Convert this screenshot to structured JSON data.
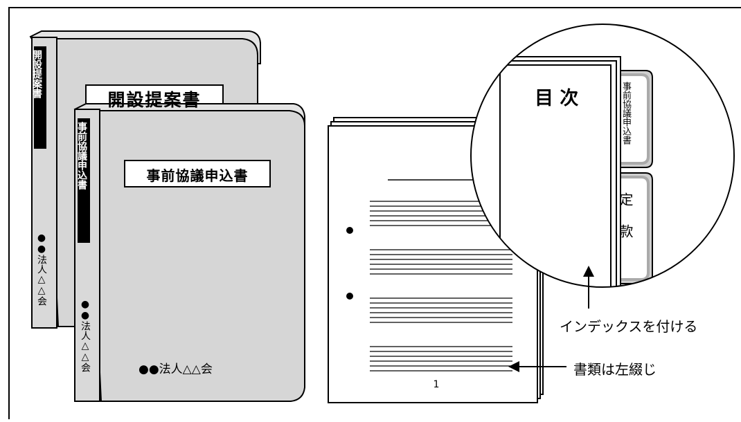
{
  "binder_back": {
    "cover_label": "開設提案書",
    "spine_label": "開設提案書",
    "spine_org": "●●法人△△会"
  },
  "binder_front": {
    "cover_label": "事前協議申込書",
    "spine_label": "事前協議申込書",
    "spine_org": "●●法人△△会",
    "cover_org": "●●法人△△会"
  },
  "document": {
    "page_number": "1"
  },
  "zoom": {
    "index_page_title": "目 次",
    "tab_upper": "事前協議申込書",
    "tab_lower": "定款"
  },
  "annotations": {
    "index_tabs": "インデックスを付ける",
    "left_binding": "書類は左綴じ"
  }
}
